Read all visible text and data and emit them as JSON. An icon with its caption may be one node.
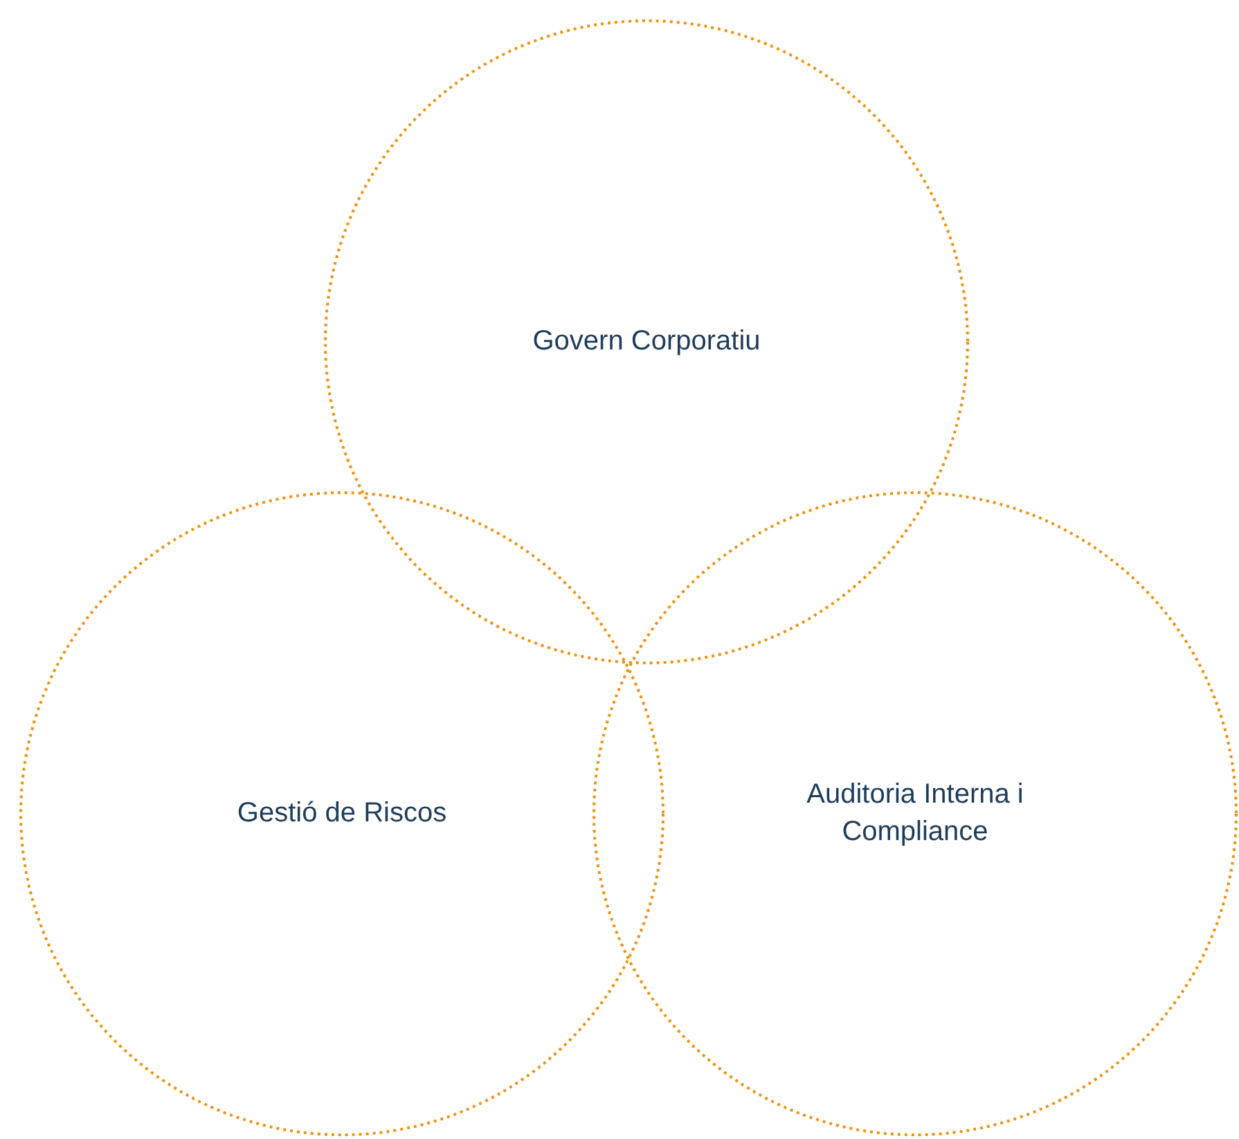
{
  "diagram": {
    "nodes": [
      {
        "text": [
          "Govern Corporatiu"
        ]
      },
      {
        "text": [
          "Gestió de Riscos"
        ]
      },
      {
        "text": [
          "Auditoria Interna i Compliance"
        ]
      }
    ]
  }
}
